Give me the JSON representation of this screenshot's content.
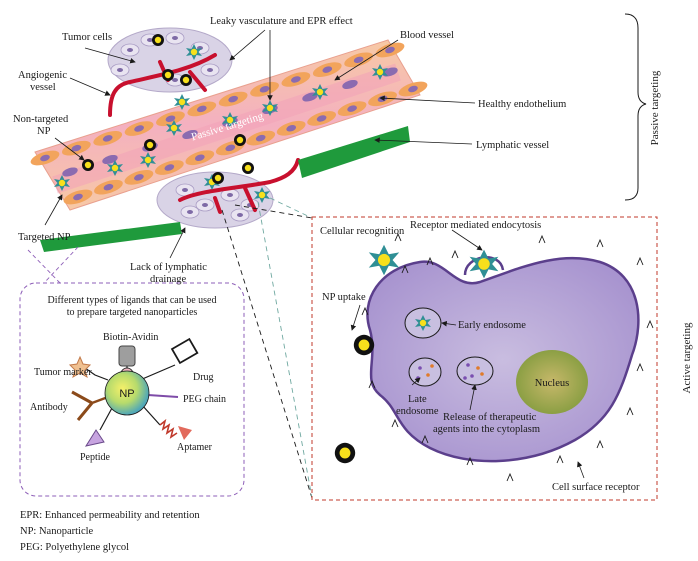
{
  "labels": {
    "tumor_cells": "Tumor cells",
    "leaky_vasculature": "Leaky vasculature and EPR effect",
    "blood_vessel": "Blood vessel",
    "angiogenic_vessel_1": "Angiogenic",
    "angiogenic_vessel_2": "vessel",
    "healthy_endothelium": "Healthy endothelium",
    "non_targeted_np_1": "Non-targeted",
    "non_targeted_np_2": "NP",
    "passive_targeting_inner": "Passive targeting",
    "lymphatic_vessel": "Lymphatic vessel",
    "targeted_np": "Targeted NP",
    "lack_lymphatic_1": "Lack of lymphatic",
    "lack_lymphatic_2": "drainage",
    "cellular_recognition": "Cellular recognition",
    "receptor_mediated": "Receptor mediated endocytosis",
    "np_uptake": "NP uptake",
    "early_endosome": "Early endosome",
    "late_endosome_1": "Late",
    "late_endosome_2": "endosome",
    "nucleus": "Nucleus",
    "release_1": "Release of therapeutic",
    "release_2": "agents into the cytoplasm",
    "cell_surface_receptor": "Cell surface receptor",
    "ligands_title_1": "Different types of ligands that can be used",
    "ligands_title_2": "to prepare targeted nanoparticles",
    "biotin_avidin": "Biotin-Avidin",
    "tumor_marker": "Tumor marker",
    "drug": "Drug",
    "antibody": "Antibody",
    "np_core": "NP",
    "peg_chain": "PEG chain",
    "peptide": "Peptide",
    "aptamer": "Aptamer",
    "passive_targeting_side": "Passive targeting",
    "active_targeting_side": "Active targeting"
  },
  "legend": [
    "EPR: Enhanced permeability and retention",
    "NP: Nanoparticle",
    "PEG: Polyethylene glycol"
  ],
  "colors": {
    "vessel_pink": "#f4b6c2",
    "endothelium_orange": "#f2a45c",
    "cell_purple": "#8b6bb0",
    "np_teal": "#2f8f95",
    "np_yellow": "#f7e01c",
    "lymph_green": "#1f9a3c",
    "red_vessel": "#c8102e",
    "cell_lavender": "#b8a9d6",
    "nucleus_green": "#a7b04a",
    "dashed_red": "#c0392b",
    "dashed_purple": "#8e5fb8"
  }
}
